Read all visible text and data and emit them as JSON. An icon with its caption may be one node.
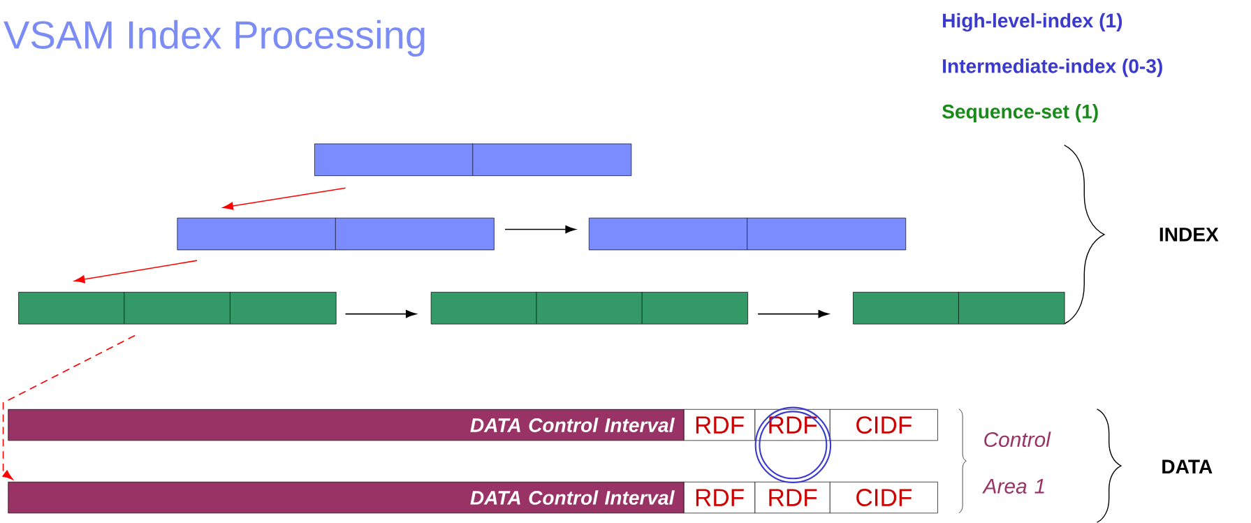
{
  "diagram": {
    "title": "VSAM Index Processing",
    "nodes": [
      {
        "text": [],
        "shape": "box"
      },
      {
        "text": [],
        "shape": "box"
      },
      {
        "text": [],
        "shape": "box"
      },
      {
        "text": [],
        "shape": "box"
      },
      {
        "text": [],
        "shape": "box"
      },
      {
        "text": [],
        "shape": "box"
      },
      {
        "text": [
          "DATA Control Interval"
        ]
      },
      {
        "text": [
          "RDF"
        ]
      },
      {
        "text": [
          "RDF"
        ]
      },
      {
        "text": [
          "CIDF"
        ]
      },
      {
        "text": [
          "DATA Control Interval"
        ]
      },
      {
        "text": [
          "RDF"
        ]
      },
      {
        "text": [
          "RDF"
        ]
      },
      {
        "text": [
          "CIDF"
        ]
      }
    ],
    "edges": [
      {
        "from": 0,
        "to": 1,
        "arrow": "to",
        "color": "#ff0000"
      },
      {
        "from": 1,
        "to": 3,
        "arrow": "to",
        "color": "#ff0000"
      },
      {
        "from": 1,
        "to": 2,
        "arrow": "to",
        "color": "#000000"
      },
      {
        "from": 3,
        "to": 4,
        "arrow": "to",
        "color": "#000000"
      },
      {
        "from": 4,
        "to": 5,
        "arrow": "to",
        "color": "#000000"
      },
      {
        "from": 3,
        "to": 10,
        "arrow": "to",
        "style": "dashed",
        "color": "#ff0000"
      }
    ],
    "labels": [
      "High-level-index (1)",
      "Intermediate-index (0-3)",
      "Sequence-set (1)",
      "INDEX",
      "Control Area 1",
      "DATA"
    ]
  }
}
